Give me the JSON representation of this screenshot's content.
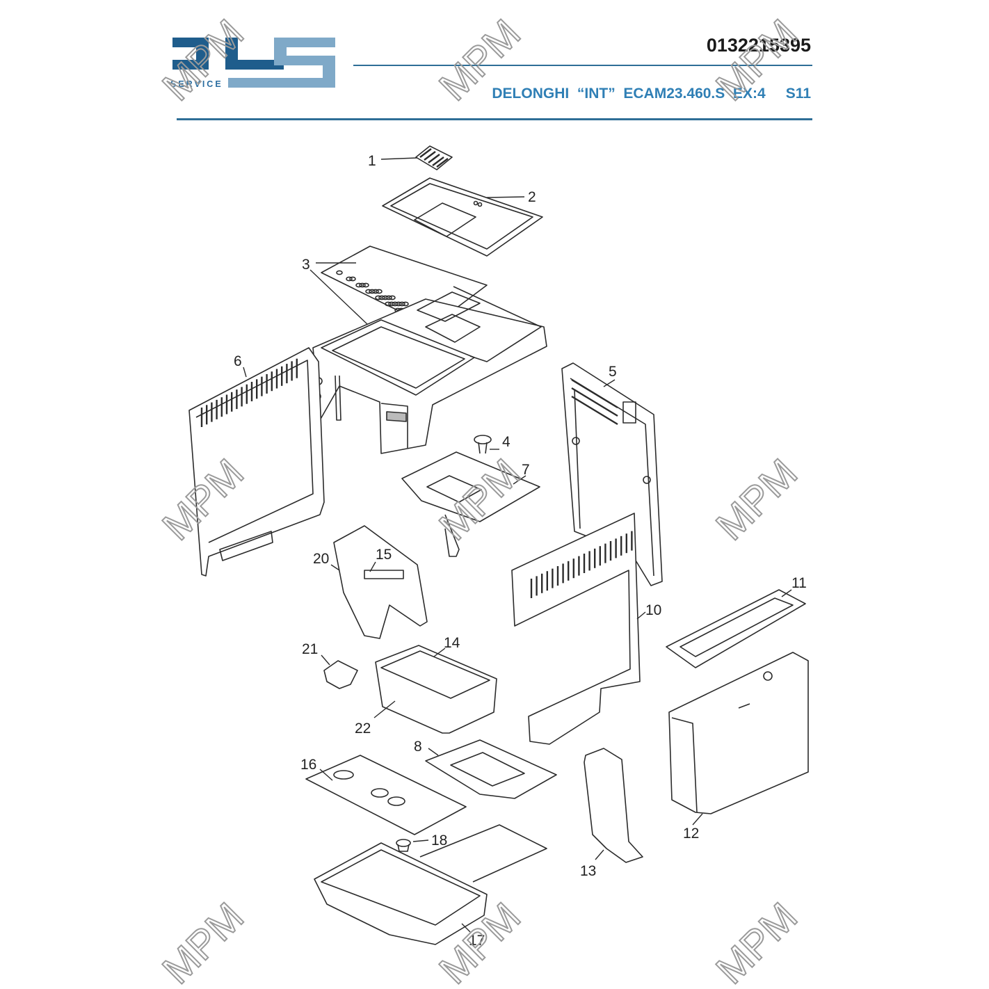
{
  "header": {
    "part_code": "0132215395",
    "model_line": "DELONGHI  “INT”  ECAM23.460.S  EX:4     S11",
    "logo_text": "SERVICE",
    "brand_color": "#2f7fb5",
    "rule_color": "#2e6e96"
  },
  "watermark": {
    "text": "MPM"
  },
  "callouts": [
    {
      "id": "c1",
      "label": "1"
    },
    {
      "id": "c2",
      "label": "2"
    },
    {
      "id": "c3",
      "label": "3"
    },
    {
      "id": "c4",
      "label": "4"
    },
    {
      "id": "c5",
      "label": "5"
    },
    {
      "id": "c6",
      "label": "6"
    },
    {
      "id": "c7",
      "label": "7"
    },
    {
      "id": "c8",
      "label": "8"
    },
    {
      "id": "c10",
      "label": "10"
    },
    {
      "id": "c11",
      "label": "11"
    },
    {
      "id": "c12",
      "label": "12"
    },
    {
      "id": "c13",
      "label": "13"
    },
    {
      "id": "c14",
      "label": "14"
    },
    {
      "id": "c15",
      "label": "15"
    },
    {
      "id": "c16",
      "label": "16"
    },
    {
      "id": "c17",
      "label": "17"
    },
    {
      "id": "c18",
      "label": "18"
    },
    {
      "id": "c20",
      "label": "20"
    },
    {
      "id": "c21",
      "label": "21"
    },
    {
      "id": "c22",
      "label": "22"
    }
  ]
}
